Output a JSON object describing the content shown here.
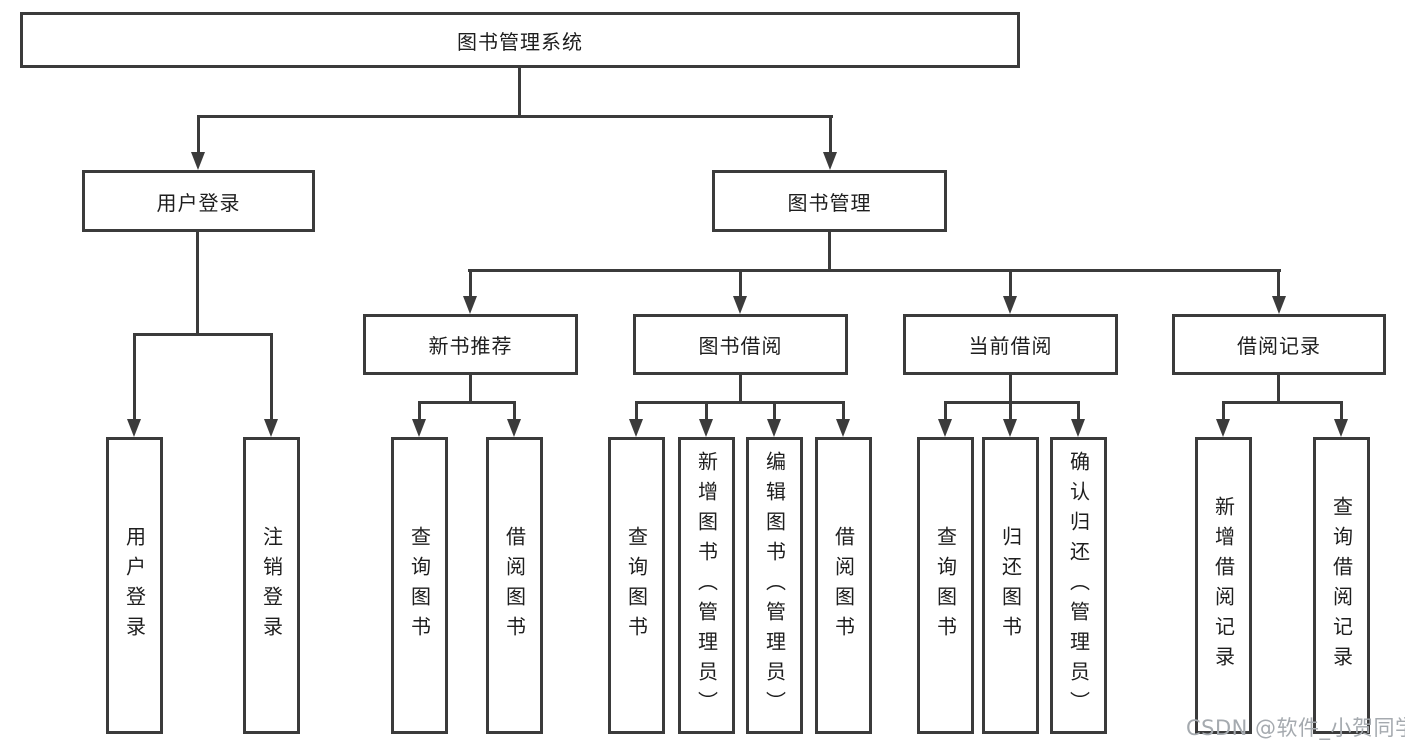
{
  "colors": {
    "line": "#3b3b3b",
    "box_border": "#3b3b3b",
    "box_fill": "#ffffff",
    "text": "#1e1e1e",
    "watermark": "#a5aaaf",
    "background": "#ffffff"
  },
  "tree": {
    "root": "图书管理系统",
    "branches": [
      {
        "label": "用户登录",
        "children": [
          "用户登录",
          "注销登录"
        ]
      },
      {
        "label": "图书管理",
        "children": [
          {
            "label": "新书推荐",
            "children": [
              "查询图书",
              "借阅图书"
            ]
          },
          {
            "label": "图书借阅",
            "children": [
              "查询图书",
              "新增图书（管理员）",
              "编辑图书（管理员）",
              "借阅图书"
            ]
          },
          {
            "label": "当前借阅",
            "children": [
              "查询图书",
              "归还图书",
              "确认归还（管理员）"
            ]
          },
          {
            "label": "借阅记录",
            "children": [
              "新增借阅记录",
              "查询借阅记录"
            ]
          }
        ]
      }
    ]
  },
  "watermark": {
    "text": "CSDN @软件_小贺同学"
  }
}
